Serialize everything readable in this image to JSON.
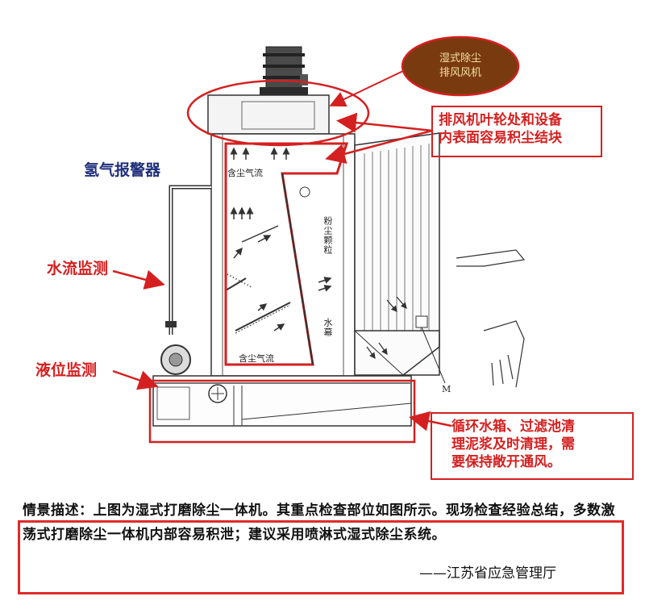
{
  "labels": {
    "fan_ellipse": "湿式除尘\n排风风机",
    "fan_note": "排风机叶轮处和设备\n内表面容易积尘结块",
    "hydrogen_alarm": "氢气报警器",
    "water_flow": "水流监测",
    "liquid_level": "液位监测",
    "tank_note": "循环水箱、过滤池清\n理泥浆及时清理，需\n要保持敞开通风。",
    "dust_airflow_top": "含尘气流",
    "dust_airflow_bottom": "含尘气流",
    "dust_particles": "粉尘颗粒",
    "water_curtain": "水幕",
    "marker_m": "M"
  },
  "description": {
    "text": "情景描述：上图为湿式打磨除尘一体机。其重点检查部位如图所示。现场检查经验总结，多数激荡式打磨除尘一体机内部容易积泄；建议采用喷淋式湿式除尘系统。",
    "source": "——江苏省应急管理厅"
  },
  "colors": {
    "accent_red": "#d42020",
    "ellipse_fill": "#7a3a10",
    "ellipse_text": "#f3e2a0",
    "blue_label": "#1f2f7a"
  }
}
